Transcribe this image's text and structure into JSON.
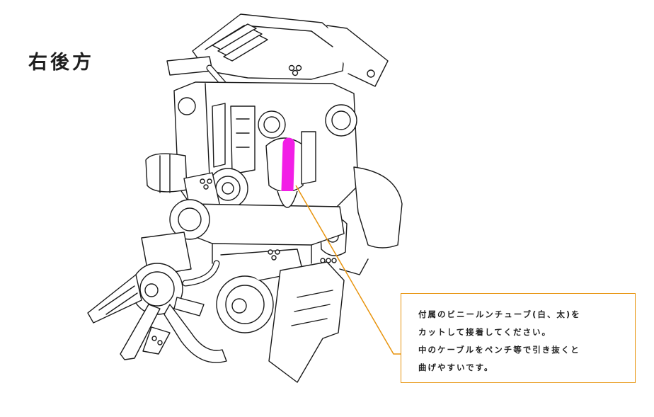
{
  "heading": "右後方",
  "note": {
    "lines": [
      "付属のビニールンチューブ(白、太)を",
      "カットして接着してください。",
      "中のケーブルをペンチ等で引き抜くと",
      "曲げやすいです。"
    ]
  },
  "colors": {
    "callout": "#e8940e",
    "tube_highlight": "#f21ee6",
    "line_art": "#1a1a1a"
  }
}
